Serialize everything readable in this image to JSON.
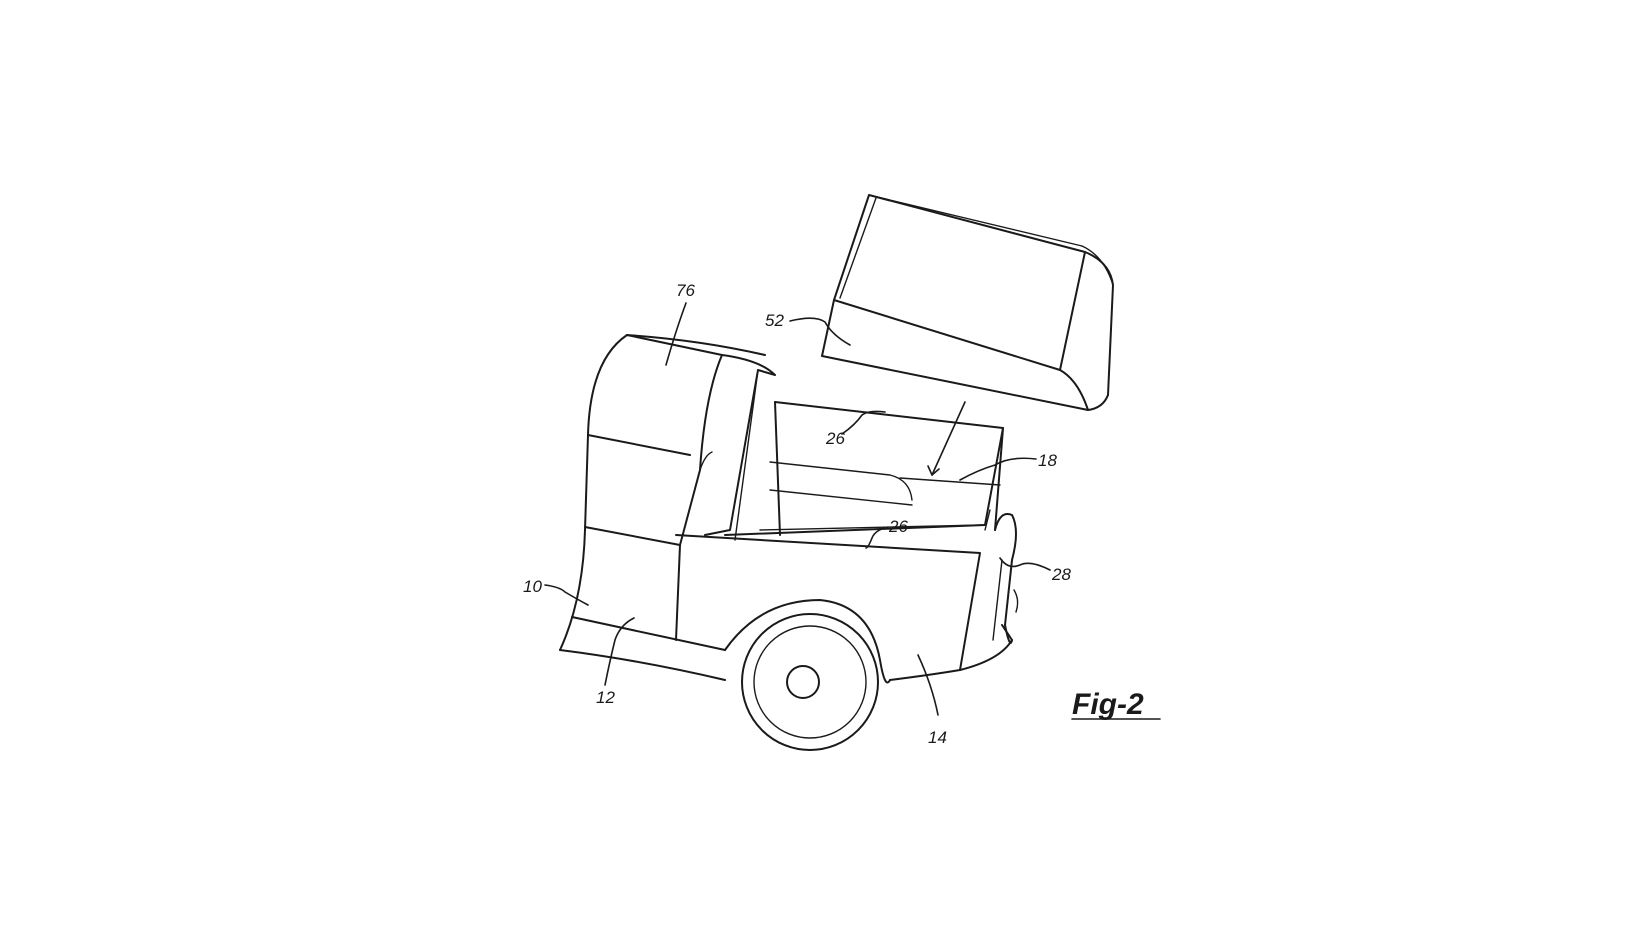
{
  "figure": {
    "label": "Fig-2",
    "references": {
      "r76": "76",
      "r52": "52",
      "r26a": "26",
      "r18": "18",
      "r26b": "26",
      "r28": "28",
      "r10": "10",
      "r12": "12",
      "r14": "14"
    }
  },
  "colors": {
    "ink": "#1a1a1a",
    "background": "#ffffff"
  }
}
